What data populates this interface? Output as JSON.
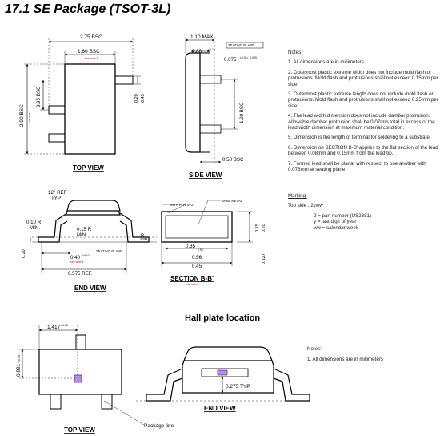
{
  "page": {
    "title": "17.1 SE Package (TSOT-3L)",
    "hall_title": "Hall plate location"
  },
  "views": {
    "top": "TOP VIEW",
    "side": "SIDE VIEW",
    "end": "END VIEW",
    "section": "SECTION B-B'",
    "hall_top": "TOP VIEW",
    "hall_end": "END VIEW"
  },
  "dims": {
    "body_width": "2.75 BSC",
    "pin_pitch": "1.60 BSC",
    "see_note_3": "see note 3",
    "height_290": "2.90 BSC",
    "see_note_2": "see note 2",
    "pitch_095": "0.95 BSC",
    "d_020": "0.20",
    "d_045": "0.45",
    "max_110": "1.10 MAX",
    "seating_plane": "SEATING PLANE",
    "d_088": "0.88",
    "d_088_tol": "±0.10",
    "d_0075": "0.075",
    "d_0075_tol": "±0.05 / -0.025",
    "d_190": "1.90 BSC",
    "d_050": "0.50 BSC",
    "ref_12": "12° REF",
    "typ": "TYP",
    "r_010": "0.10 R",
    "min1": "MIN.",
    "r_015": "0.15 R",
    "min2": "MIN.",
    "b_mark": "B",
    "d_040": "0.40",
    "d_040_tol": "±0.10",
    "see_note_4": "see note 4",
    "d_0575": "0.575 REF.",
    "d_020b": "0.20",
    "seating_plane2": "SEATING PLANE",
    "with_plating": "WITH PLATING",
    "base_metal": "BASE METAL",
    "d_035": "0.35",
    "d_035_tol": "0.50",
    "d_056": "0.56",
    "d_056b": "0.45",
    "d_015": "0.15",
    "d_020c": "0.20",
    "d_0127": "0.127",
    "see_note_6": "see note 6",
    "hall_1417": "1.417",
    "hall_1417_tol": "±0.05",
    "hall_0891": "0.891",
    "hall_0891_tol": "±0.05",
    "hall_0275": "0.275 TYP",
    "package_line": "Package line"
  },
  "notes": {
    "heading": "Notes:",
    "items": [
      "1. All dimensions are in millimeters",
      "2. Outermost plastic extreme width does not include mold flash or protrusions. Mold flash and protrusions shall not exceed 0.15mm per side.",
      "3. Outermost plastic extreme length does not include mold flash or protrusions. Mold flash and protrusions shall not exceed 0.25mm per side.",
      "4. The lead width dimension does not include dambar protrusion. Allowable dambar protrusion shall be 0.07mm total in excess of the lead width dimension at maximum material condition.",
      "5. Dimension is the length of terminal for soldering to a substrate.",
      "6. Dimension on SECTION B-B' applies to the flat section of the lead between 0.08mm and 0.15mm from the lead tip.",
      "7. Formed lead shall be planar with respect to one another with 0.076mm at seating plane."
    ]
  },
  "marking": {
    "heading": "Marking:",
    "top_side": "Top side : 2yww",
    "lines": [
      "2 = part number (US2881)",
      "y = last digit of year",
      "ww = calendar week"
    ]
  },
  "hall_notes": {
    "heading": "Notes:",
    "item": "1. All dimensions are in millimeters"
  }
}
